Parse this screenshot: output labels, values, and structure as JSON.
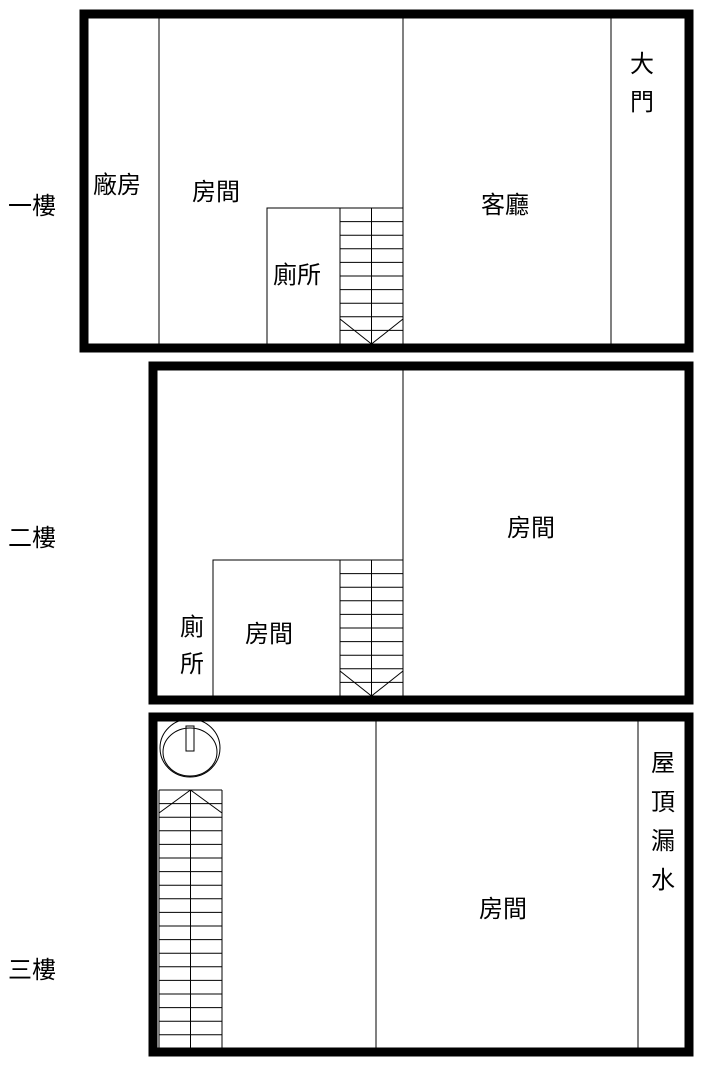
{
  "floors": [
    {
      "label": "一樓",
      "rooms": {
        "factory": "廠房",
        "room": "房間",
        "toilet": "廁所",
        "living": "客廳",
        "door": [
          "大",
          "門"
        ]
      }
    },
    {
      "label": "二樓",
      "rooms": {
        "room_right": "房間",
        "room_small": "房間",
        "toilet": [
          "廁",
          "所"
        ]
      }
    },
    {
      "label": "三樓",
      "rooms": {
        "room": "房間",
        "leak": [
          "屋",
          "頂",
          "漏",
          "水"
        ]
      }
    }
  ]
}
